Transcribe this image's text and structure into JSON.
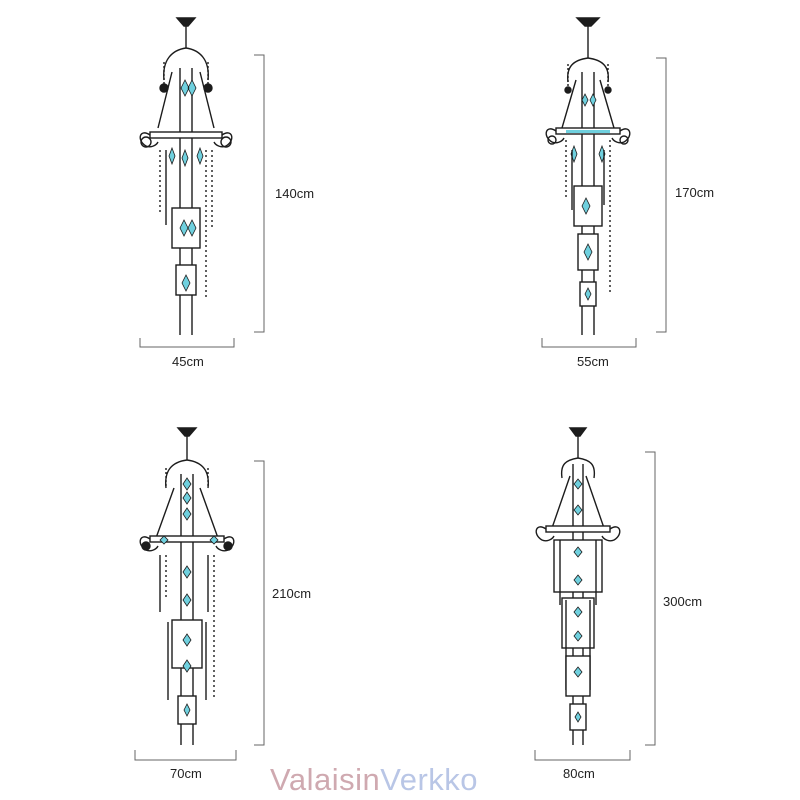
{
  "colors": {
    "frame": "#1c1c1c",
    "crystal": "#6fd0de",
    "dimension": "#666666",
    "logo_pink": "#cfa9b0",
    "logo_blue": "#b9c6e6"
  },
  "logo": {
    "part1": "Valaisin",
    "part2": "Verkko"
  },
  "variants": [
    {
      "height_label": "140cm",
      "width_label": "45cm",
      "tiers": 2
    },
    {
      "height_label": "170cm",
      "width_label": "55cm",
      "tiers": 3
    },
    {
      "height_label": "210cm",
      "width_label": "70cm",
      "tiers": 4
    },
    {
      "height_label": "300cm",
      "width_label": "80cm",
      "tiers": 5
    }
  ]
}
